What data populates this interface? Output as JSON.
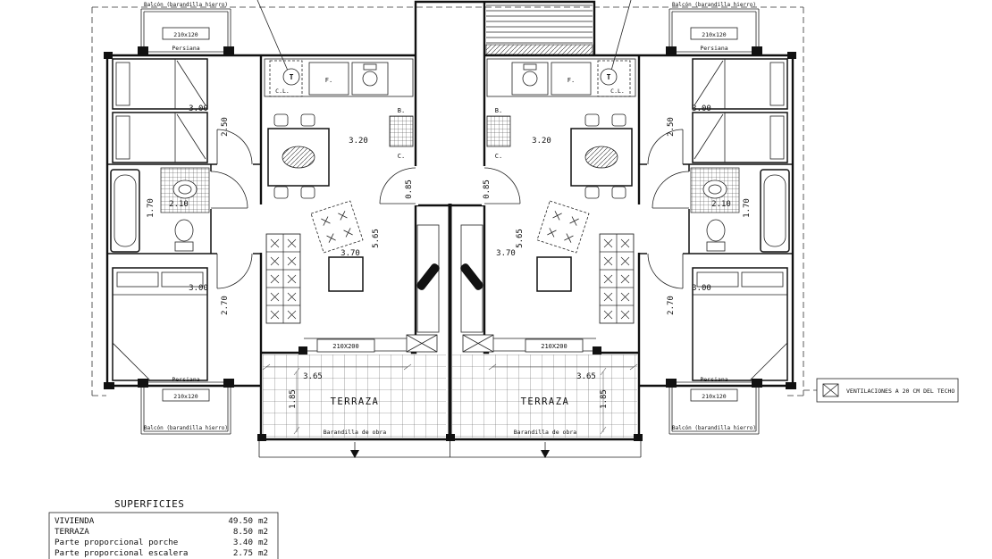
{
  "plan": {
    "labels": {
      "balcon_hierro": "Balcón (barandilla hierro)",
      "persiana": "Persiana",
      "win_small": "210x120",
      "win_large": "210X200",
      "terraza": "TERRAZA",
      "barandilla_obra": "Barandilla de obra",
      "t": "T",
      "cl": "C.L.",
      "f": "F.",
      "b": "B.",
      "c": "C."
    },
    "dims": {
      "d300": "3.00",
      "d250": "2.50",
      "d320": "3.20",
      "d210": "2.10",
      "d170": "1.70",
      "d270": "2.70",
      "d565": "5.65",
      "d370": "3.70",
      "d085": "0.85",
      "d365": "3.65",
      "d185": "1.85"
    }
  },
  "legend": {
    "ventilaciones": "VENTILACIONES A 20 CM DEL TECHO"
  },
  "superficies": {
    "title": "SUPERFICIES",
    "rows": [
      {
        "label": "VIVIENDA",
        "value": "49.50",
        "unit": "m2"
      },
      {
        "label": "TERRAZA",
        "value": "8.50",
        "unit": "m2"
      },
      {
        "label": "Parte proporcional porche",
        "value": "3.40",
        "unit": "m2"
      },
      {
        "label": "Parte proporcional escalera",
        "value": "2.75",
        "unit": "m2"
      }
    ]
  }
}
